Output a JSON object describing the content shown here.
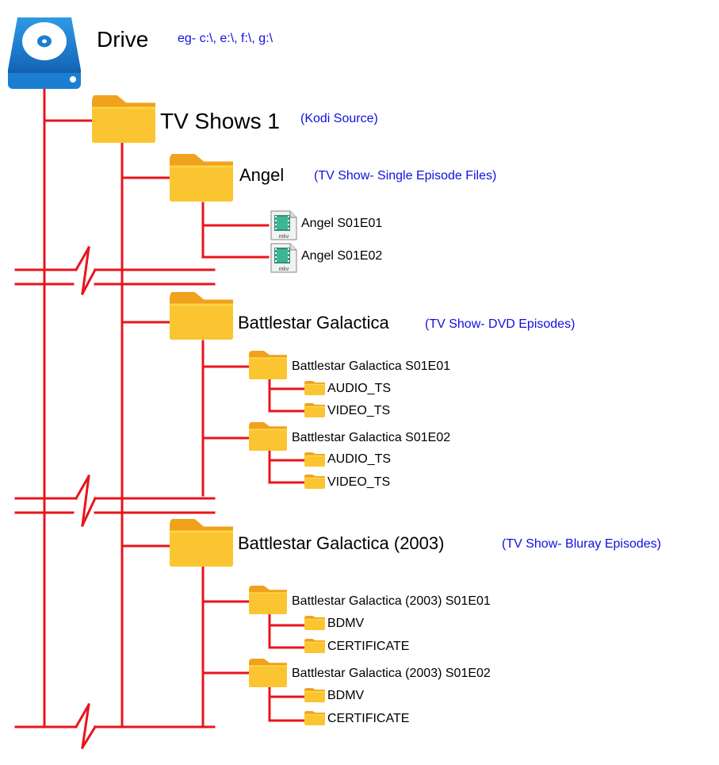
{
  "colors": {
    "line": "#e8141c",
    "note": "#1010e0",
    "folder_front": "#fbc531",
    "folder_back": "#f0a21c",
    "drive_body": "#1a7fd0"
  },
  "icons": {
    "drive": "hard-drive-icon",
    "folder": "folder-icon",
    "file": "mkv-file-icon"
  },
  "drive": {
    "label": "Drive",
    "note": "eg- c:\\, e:\\, f:\\, g:\\"
  },
  "source": {
    "label": "TV Shows 1",
    "note": "(Kodi Source)"
  },
  "shows": [
    {
      "label": "Angel",
      "note": "(TV Show- Single Episode Files)",
      "files": [
        {
          "label": "Angel S01E01",
          "badge": "mkv"
        },
        {
          "label": "Angel S01E02",
          "badge": "mkv"
        }
      ]
    },
    {
      "label": "Battlestar Galactica",
      "note": "(TV Show- DVD Episodes)",
      "episodes": [
        {
          "label": "Battlestar Galactica S01E01",
          "children": [
            "AUDIO_TS",
            "VIDEO_TS"
          ]
        },
        {
          "label": "Battlestar Galactica S01E02",
          "children": [
            "AUDIO_TS",
            "VIDEO_TS"
          ]
        }
      ]
    },
    {
      "label": "Battlestar Galactica (2003)",
      "note": "(TV Show- Bluray Episodes)",
      "episodes": [
        {
          "label": "Battlestar Galactica (2003) S01E01",
          "children": [
            "BDMV",
            "CERTIFICATE"
          ]
        },
        {
          "label": "Battlestar Galactica (2003) S01E02",
          "children": [
            "BDMV",
            "CERTIFICATE"
          ]
        }
      ]
    }
  ]
}
